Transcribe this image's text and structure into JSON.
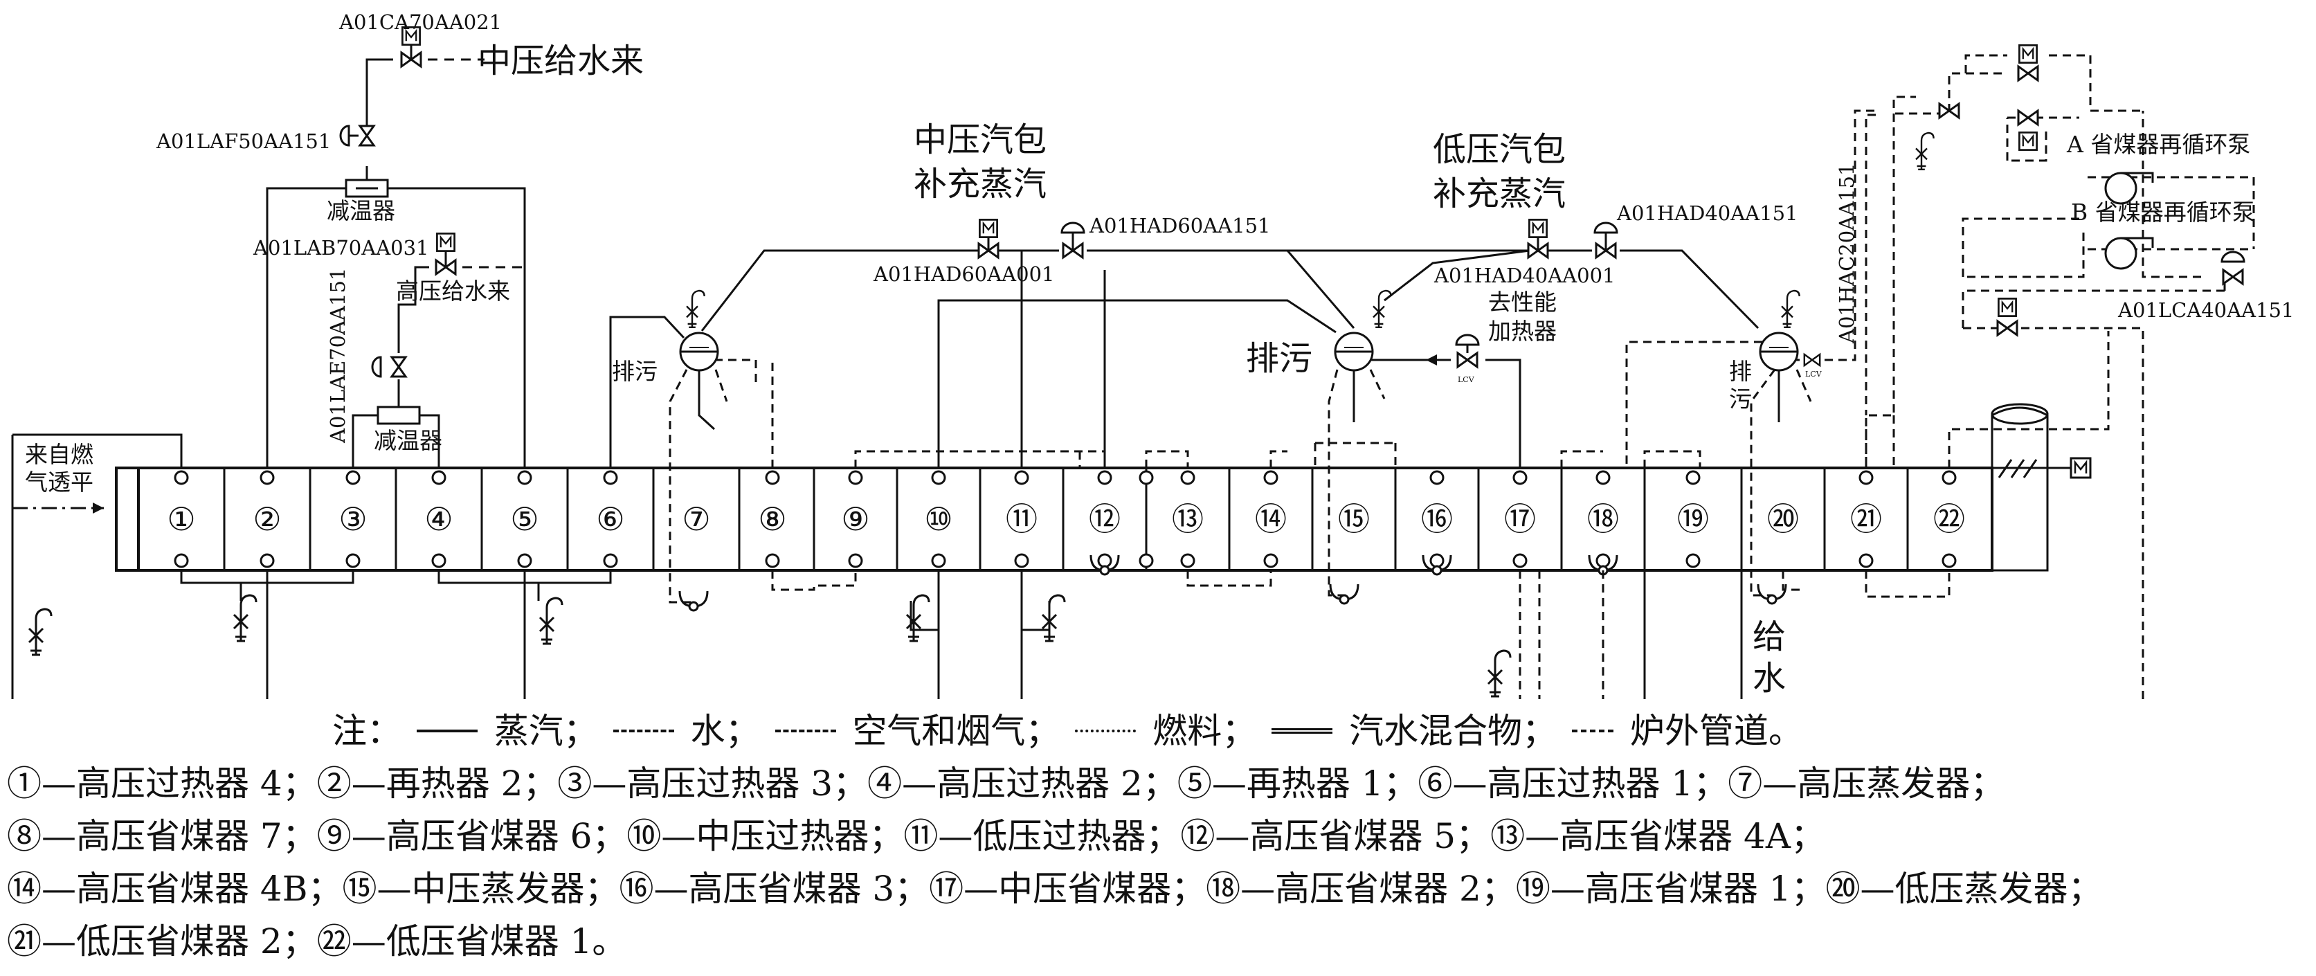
{
  "sections": [
    {
      "label": "①"
    },
    {
      "label": "②"
    },
    {
      "label": "③"
    },
    {
      "label": "④"
    },
    {
      "label": "⑤"
    },
    {
      "label": "⑥"
    },
    {
      "label": "⑦"
    },
    {
      "label": "⑧"
    },
    {
      "label": "⑨"
    },
    {
      "label": "⑩"
    },
    {
      "label": "⑪"
    },
    {
      "label": "⑫"
    },
    {
      "label": "⑬"
    },
    {
      "label": "⑭"
    },
    {
      "label": "⑮"
    },
    {
      "label": "⑯"
    },
    {
      "label": "⑰"
    },
    {
      "label": "⑱"
    },
    {
      "label": "⑲"
    },
    {
      "label": "⑳"
    },
    {
      "label": "㉑"
    },
    {
      "label": "㉒"
    }
  ],
  "labels": {
    "tag_ca70": "A01CA70AA021",
    "ip_feedwater": "中压给水来",
    "tag_laf50": "A01LAF50AA151",
    "desuperheater": "减温器",
    "tag_lab70": "A01LAB70AA031",
    "hp_feedwater": "高压给水来",
    "tag_lae70": "A01LAE70AA151",
    "from_gt_1": "来自燃",
    "from_gt_2": "气透平",
    "blowdown": "排污",
    "ip_drum_1": "中压汽包",
    "ip_drum_2": "补充蒸汽",
    "tag_had60_151": "A01HAD60AA151",
    "tag_had60_001": "A01HAD60AA001",
    "lp_drum_1": "低压汽包",
    "lp_drum_2": "补充蒸汽",
    "tag_had40_151": "A01HAD40AA151",
    "tag_had40_001": "A01HAD40AA001",
    "deaerator_1": "去性能",
    "deaerator_2": "加热器",
    "tag_hac20": "A01HAC20AA151",
    "blowdown_1": "排",
    "blowdown_2": "污",
    "pump_a": "A 省煤器再循环泵",
    "pump_b": "B 省煤器再循环泵",
    "tag_lca40": "A01LCA40AA151",
    "feedwater_1": "给",
    "feedwater_2": "水",
    "lcv": "LCV",
    "motor": "M"
  },
  "legend": {
    "prefix": "注：",
    "steam": "蒸汽；",
    "water": "水；",
    "air_gas": "空气和烟气；",
    "fuel": "燃料；",
    "mixture": "汽水混合物；",
    "external": "炉外管道。"
  },
  "notes": [
    "①—高压过热器 4；②—再热器 2；③—高压过热器 3；④—高压过热器 2；⑤—再热器 1；⑥—高压过热器 1；⑦—高压蒸发器；",
    "⑧—高压省煤器 7；⑨—高压省煤器 6；⑩—中压过热器；⑪—低压过热器；⑫—高压省煤器 5；⑬—高压省煤器 4A；",
    "⑭—高压省煤器 4B；⑮—中压蒸发器；⑯—高压省煤器 3；⑰—中压省煤器；⑱—高压省煤器 2；⑲—高压省煤器 1；⑳—低压蒸发器；",
    "㉑—低压省煤器 2；㉒—低压省煤器 1。"
  ]
}
